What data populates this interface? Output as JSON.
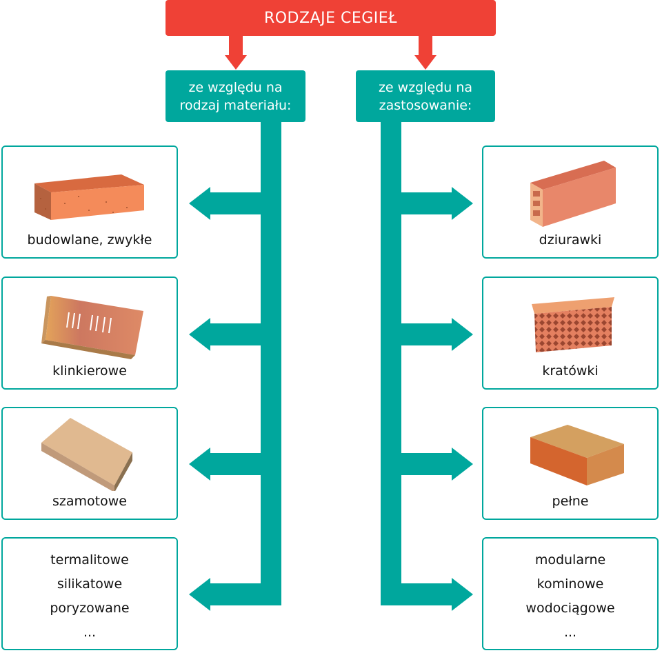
{
  "title": "RODZAJE CEGIEŁ",
  "colors": {
    "red": "#ef4136",
    "teal": "#00a79d"
  },
  "left": {
    "header_line1": "ze względu na",
    "header_line2": "rodzaj materiału:",
    "items": [
      {
        "label": "budowlane, zwykłe",
        "icon": "solid-brick-icon"
      },
      {
        "label": "klinkierowe",
        "icon": "clinker-brick-icon"
      },
      {
        "label": "szamotowe",
        "icon": "fireclay-brick-icon"
      }
    ],
    "more": [
      "termalitowe",
      "silikatowe",
      "poryzowane",
      "..."
    ]
  },
  "right": {
    "header_line1": "ze względu na",
    "header_line2": "zastosowanie:",
    "items": [
      {
        "label": "dziurawki",
        "icon": "hollow-brick-icon"
      },
      {
        "label": "kratówki",
        "icon": "lattice-brick-icon"
      },
      {
        "label": "pełne",
        "icon": "full-brick-icon"
      }
    ],
    "more": [
      "modularne",
      "kominowe",
      "wodociągowe",
      "..."
    ]
  }
}
